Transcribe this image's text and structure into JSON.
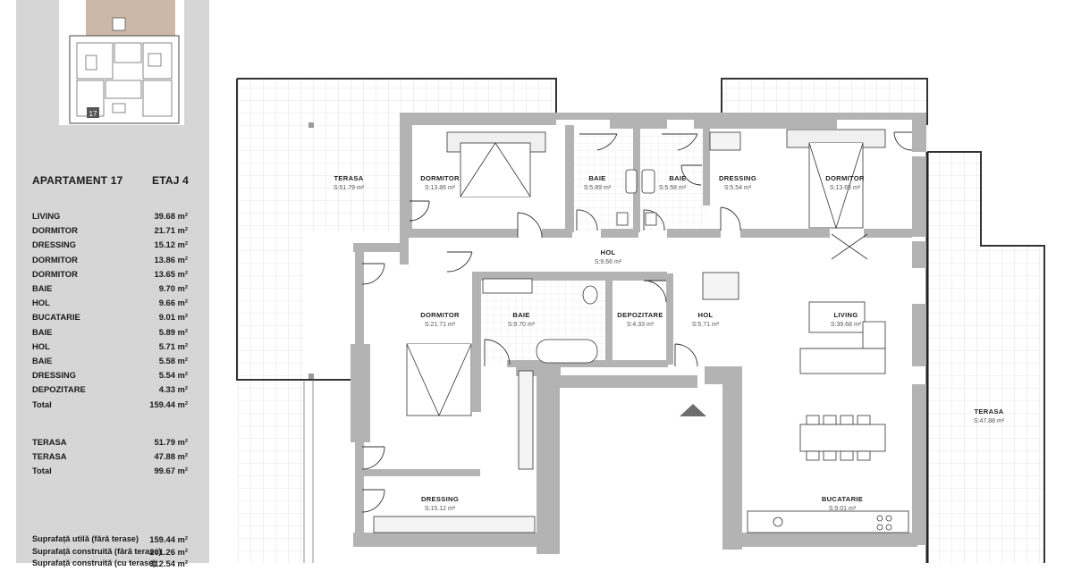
{
  "sidebar": {
    "apartment_title": "APARTAMENT 17",
    "floor": "ETAJ 4",
    "rooms": [
      {
        "label": "LIVING",
        "value": "39.68 m²"
      },
      {
        "label": "DORMITOR",
        "value": "21.71 m²"
      },
      {
        "label": "DRESSING",
        "value": "15.12 m²"
      },
      {
        "label": "DORMITOR",
        "value": "13.86 m²"
      },
      {
        "label": "DORMITOR",
        "value": "13.65 m²"
      },
      {
        "label": "BAIE",
        "value": "9.70 m²"
      },
      {
        "label": "HOL",
        "value": "9.66 m²"
      },
      {
        "label": "BUCATARIE",
        "value": "9.01 m²"
      },
      {
        "label": "BAIE",
        "value": "5.89 m²"
      },
      {
        "label": "HOL",
        "value": "5.71 m²"
      },
      {
        "label": "BAIE",
        "value": "5.58 m²"
      },
      {
        "label": "DRESSING",
        "value": "5.54 m²"
      },
      {
        "label": "DEPOZITARE",
        "value": "4.33 m²"
      }
    ],
    "rooms_total": {
      "label": "Total",
      "value": "159.44 m²"
    },
    "terraces": [
      {
        "label": "TERASA",
        "value": "51.79 m²"
      },
      {
        "label": "TERASA",
        "value": "47.88 m²"
      }
    ],
    "terraces_total": {
      "label": "Total",
      "value": "99.67 m²"
    },
    "surfaces": [
      {
        "label": "Suprafață utilă (fără terase)",
        "value": "159.44 m²"
      },
      {
        "label": "Suprafață construită (fără terase)",
        "value": "201.26 m²"
      },
      {
        "label": "Suprafață construită (cu terase)",
        "value": "312.54 m²"
      }
    ],
    "keyplan_marker": "17"
  },
  "plan": {
    "rooms": [
      {
        "name": "TERASA",
        "area": "S:51.79 m²"
      },
      {
        "name": "DORMITOR",
        "area": "S:13.86 m²"
      },
      {
        "name": "BAIE",
        "area": "S:5.89 m²"
      },
      {
        "name": "BAIE",
        "area": "S:5.58 m²"
      },
      {
        "name": "DRESSING",
        "area": "S:5.54 m²"
      },
      {
        "name": "DORMITOR",
        "area": "S:13.65 m²"
      },
      {
        "name": "HOL",
        "area": "S:9.66 m²"
      },
      {
        "name": "DORMITOR",
        "area": "S:21.71 m²"
      },
      {
        "name": "BAIE",
        "area": "S:9.70 m²"
      },
      {
        "name": "DEPOZITARE",
        "area": "S:4.33 m²"
      },
      {
        "name": "HOL",
        "area": "S:5.71 m²"
      },
      {
        "name": "LIVING",
        "area": "S:39.68 m²"
      },
      {
        "name": "TERASA",
        "area": "S:47.88 m²"
      },
      {
        "name": "DRESSING",
        "area": "S:15.12 m²"
      },
      {
        "name": "BUCATARIE",
        "area": "S:9.01 m²"
      }
    ]
  },
  "colors": {
    "sidebar_bg": "#d6d6d6",
    "wall": "#b3b3b3",
    "grid_line": "#cfcfcf",
    "outline": "#333333",
    "text": "#1a1a1a"
  }
}
